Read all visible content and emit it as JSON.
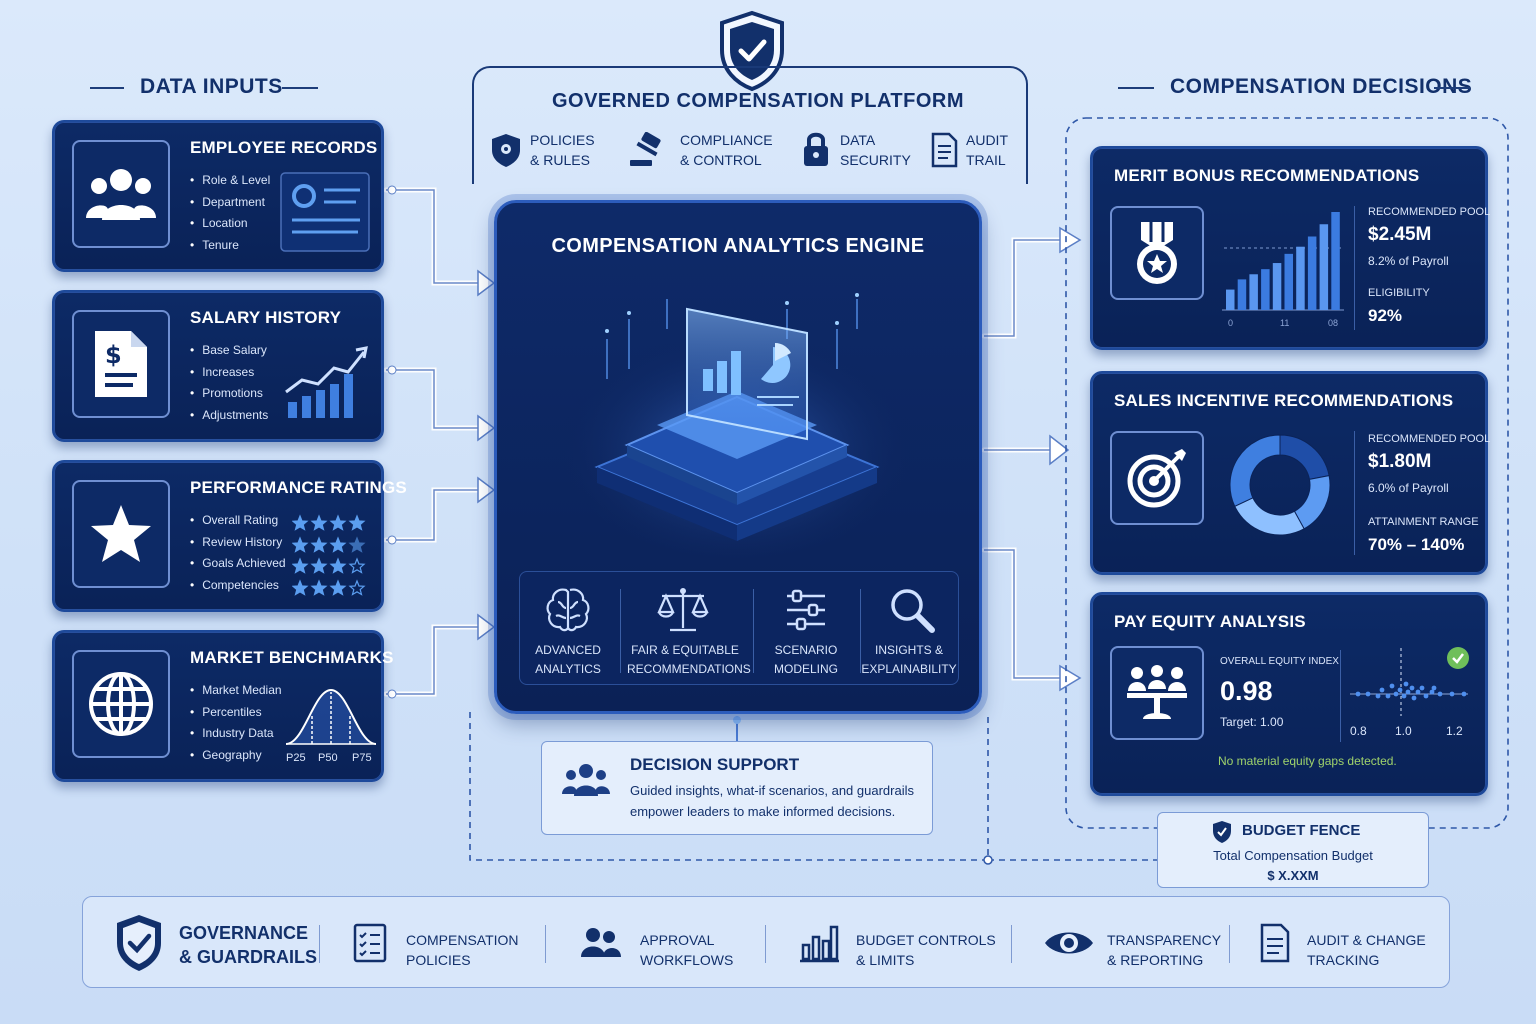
{
  "sections": {
    "inputs_title": "DATA INPUTS",
    "decisions_title": "COMPENSATION DECISIONS"
  },
  "platform": {
    "title": "GOVERNED COMPENSATION PLATFORM",
    "items": [
      {
        "line1": "POLICIES",
        "line2": "& RULES",
        "icon": "shield-pin-icon"
      },
      {
        "line1": "COMPLIANCE",
        "line2": "& CONTROL",
        "icon": "gavel-icon"
      },
      {
        "line1": "DATA",
        "line2": "SECURITY",
        "icon": "lock-icon"
      },
      {
        "line1": "AUDIT",
        "line2": "TRAIL",
        "icon": "document-icon"
      }
    ]
  },
  "inputs": [
    {
      "title": "EMPLOYEE RECORDS",
      "bullets": [
        "Role & Level",
        "Department",
        "Location",
        "Tenure"
      ],
      "icon": "people-icon"
    },
    {
      "title": "SALARY HISTORY",
      "bullets": [
        "Base Salary",
        "Increases",
        "Promotions",
        "Adjustments"
      ],
      "icon": "invoice-dollar-icon"
    },
    {
      "title": "PERFORMANCE RATINGS",
      "bullets": [
        "Overall Rating",
        "Review History",
        "Goals Achieved",
        "Competencies"
      ],
      "icon": "star-icon",
      "star_ratings": [
        4,
        3.5,
        3,
        3
      ]
    },
    {
      "title": "MARKET BENCHMARKS",
      "bullets": [
        "Market Median",
        "Percentiles",
        "Industry Data",
        "Geography"
      ],
      "icon": "globe-icon",
      "curve_labels": [
        "P25",
        "P50",
        "P75"
      ]
    }
  ],
  "engine": {
    "title": "COMPENSATION ANALYTICS ENGINE",
    "features": [
      {
        "line1": "ADVANCED",
        "line2": "ANALYTICS",
        "icon": "brain-icon"
      },
      {
        "line1": "FAIR & EQUITABLE",
        "line2": "RECOMMENDATIONS",
        "icon": "scales-icon"
      },
      {
        "line1": "SCENARIO",
        "line2": "MODELING",
        "icon": "sliders-icon"
      },
      {
        "line1": "INSIGHTS &",
        "line2": "EXPLAINABILITY",
        "icon": "magnifier-icon"
      }
    ]
  },
  "decision_support": {
    "title": "DECISION SUPPORT",
    "line1": "Guided insights, what-if scenarios, and guardrails",
    "line2": "empower leaders to make informed decisions."
  },
  "outputs": {
    "merit": {
      "title": "MERIT BONUS RECOMMENDATIONS",
      "pool_label": "RECOMMENDED POOL",
      "pool_value": "$2.45M",
      "pool_sub": "8.2% of Payroll",
      "elig_label": "ELIGIBILITY",
      "elig_value": "92%",
      "bar_values": [
        2,
        3,
        3.5,
        4,
        4.6,
        5.5,
        6.2,
        7.2,
        8.4,
        9.6
      ],
      "axis_marks": [
        "0",
        "11",
        "08"
      ]
    },
    "sales": {
      "title": "SALES INCENTIVE RECOMMENDATIONS",
      "pool_label": "RECOMMENDED POOL",
      "pool_value": "$1.80M",
      "pool_sub": "6.0% of Payroll",
      "range_label": "ATTAINMENT RANGE",
      "range_value": "70% – 140%",
      "donut_shares": [
        0.22,
        0.2,
        0.26,
        0.32
      ]
    },
    "equity": {
      "title": "PAY EQUITY ANALYSIS",
      "index_label": "OVERALL EQUITY INDEX",
      "index_value": "0.98",
      "target": "Target: 1.00",
      "status": "No material equity gaps detected.",
      "ticks": [
        "0.8",
        "1.0",
        "1.2"
      ]
    }
  },
  "budget_fence": {
    "title": "BUDGET FENCE",
    "label": "Total Compensation Budget",
    "value": "$ X.XXM"
  },
  "governance": {
    "title_line1": "GOVERNANCE",
    "title_line2": "& GUARDRAILS",
    "items": [
      {
        "line1": "COMPENSATION",
        "line2": "POLICIES",
        "icon": "checklist-icon"
      },
      {
        "line1": "APPROVAL",
        "line2": "WORKFLOWS",
        "icon": "users-icon"
      },
      {
        "line1": "BUDGET CONTROLS",
        "line2": "& LIMITS",
        "icon": "bar-chart-icon"
      },
      {
        "line1": "TRANSPARENCY",
        "line2": "& REPORTING",
        "icon": "eye-icon"
      },
      {
        "line1": "AUDIT & CHANGE",
        "line2": "TRACKING",
        "icon": "document-icon"
      }
    ]
  },
  "colors": {
    "card_bg": "#0b2358",
    "accent": "#4a90e2",
    "equity_ok": "#9fd36b"
  }
}
